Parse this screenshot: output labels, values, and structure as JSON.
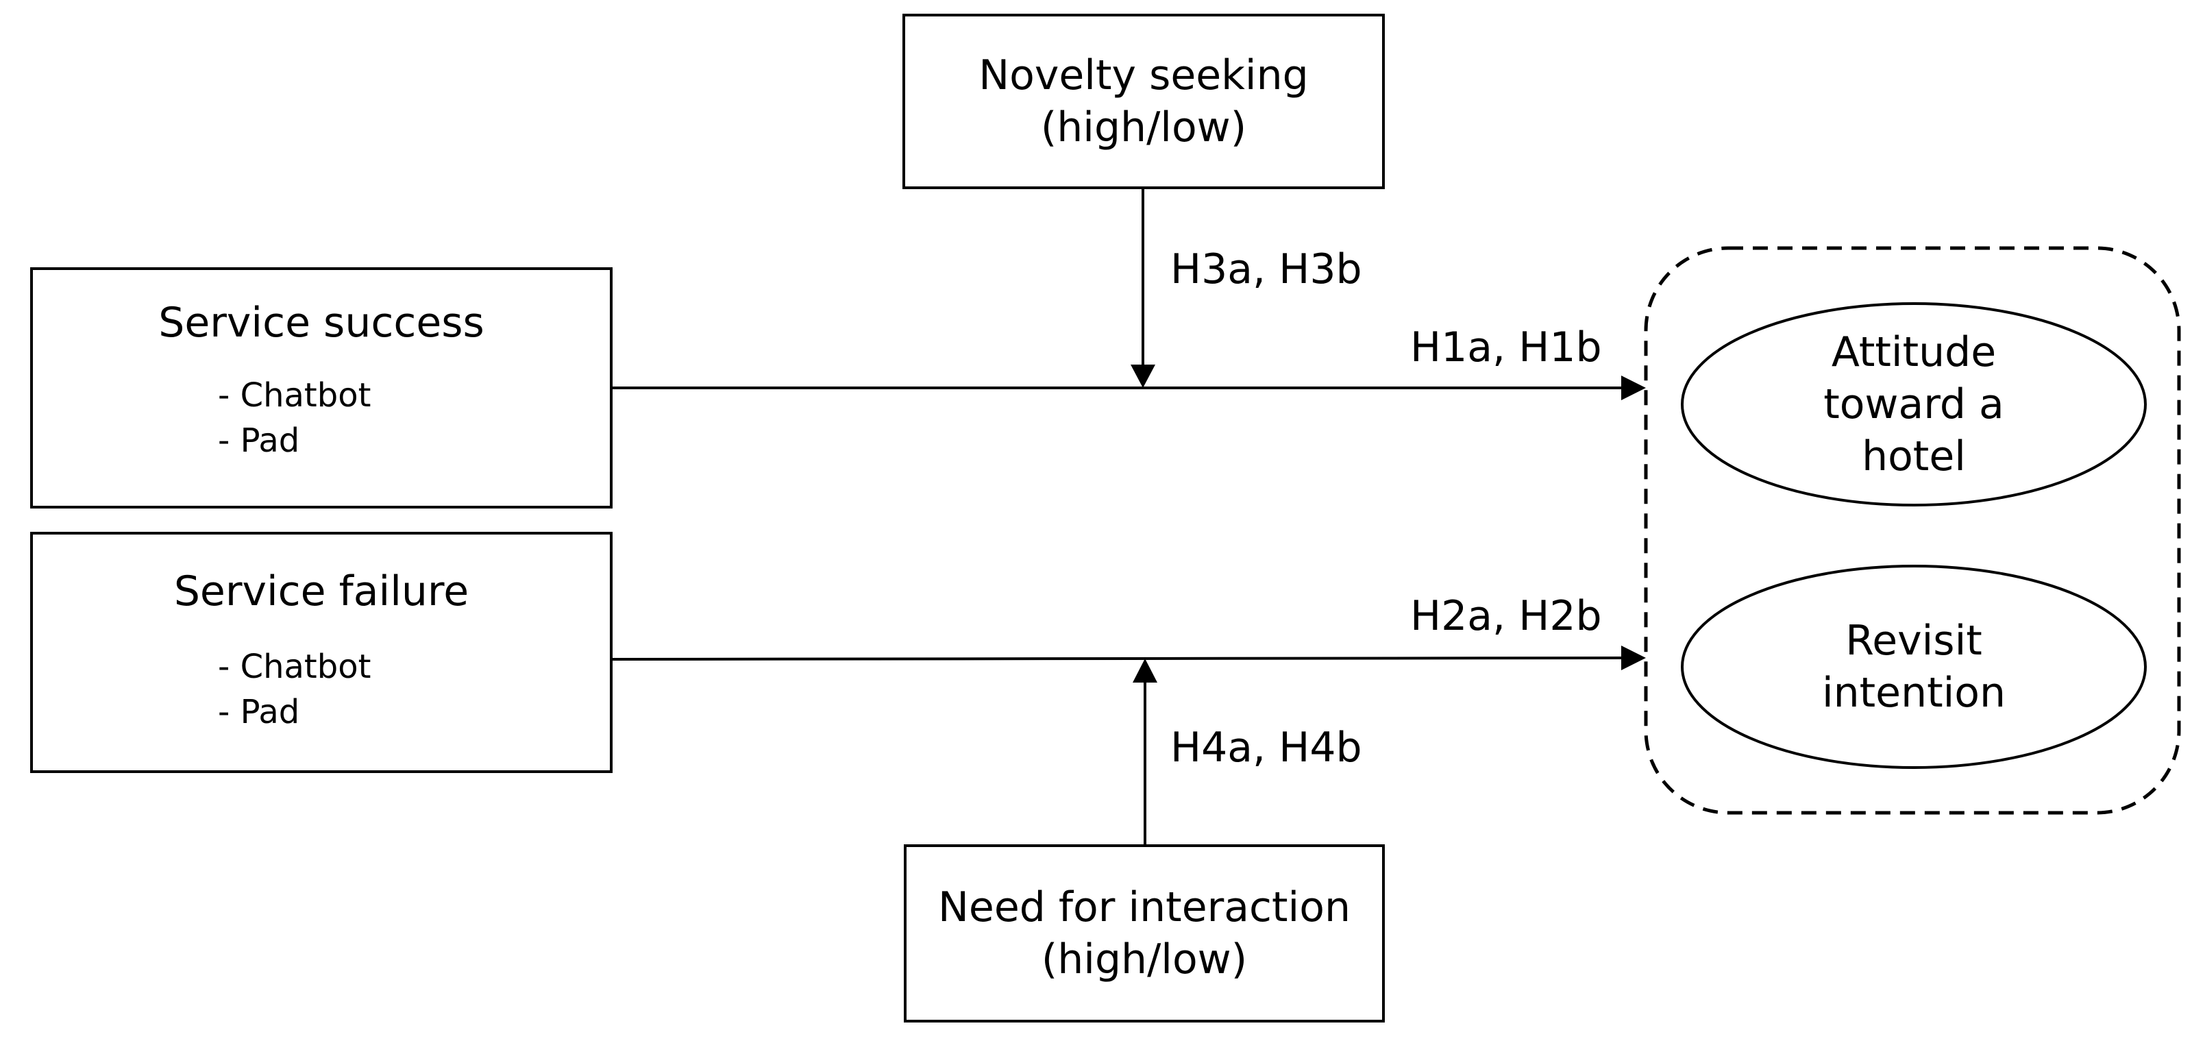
{
  "boxes": {
    "novelty": {
      "line1": "Novelty seeking",
      "line2": "(high/low)"
    },
    "success": {
      "title": "Service success",
      "items": [
        "- Chatbot",
        "- Pad"
      ]
    },
    "failure": {
      "title": "Service failure",
      "items": [
        "- Chatbot",
        "- Pad"
      ]
    },
    "interaction": {
      "line1": "Need for interaction",
      "line2": "(high/low)"
    }
  },
  "outcomes": {
    "attitude": {
      "lines": [
        "Attitude",
        "toward a",
        "hotel"
      ]
    },
    "revisit": {
      "lines": [
        "Revisit",
        "intention"
      ]
    }
  },
  "labels": {
    "h3": "H3a, H3b",
    "h1": "H1a, H1b",
    "h2": "H2a, H2b",
    "h4": "H4a, H4b"
  },
  "colors": {
    "line": "#000000",
    "background": "#ffffff"
  }
}
